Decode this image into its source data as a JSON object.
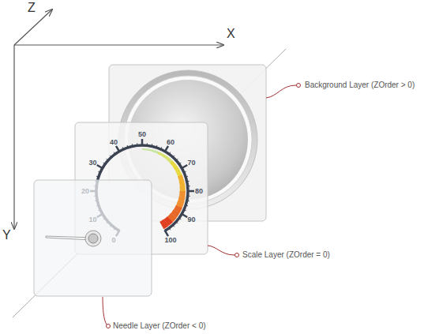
{
  "diagram": {
    "labels": [
      "Z",
      "X",
      "Y",
      "Background Layer (ZOrder > 0)",
      "0",
      "10",
      "20",
      "30",
      "40",
      "50",
      "60",
      "70",
      "80",
      "90",
      "100",
      "Scale Layer (ZOrder = 0)",
      "Needle Layer (ZOrder < 0)"
    ]
  }
}
